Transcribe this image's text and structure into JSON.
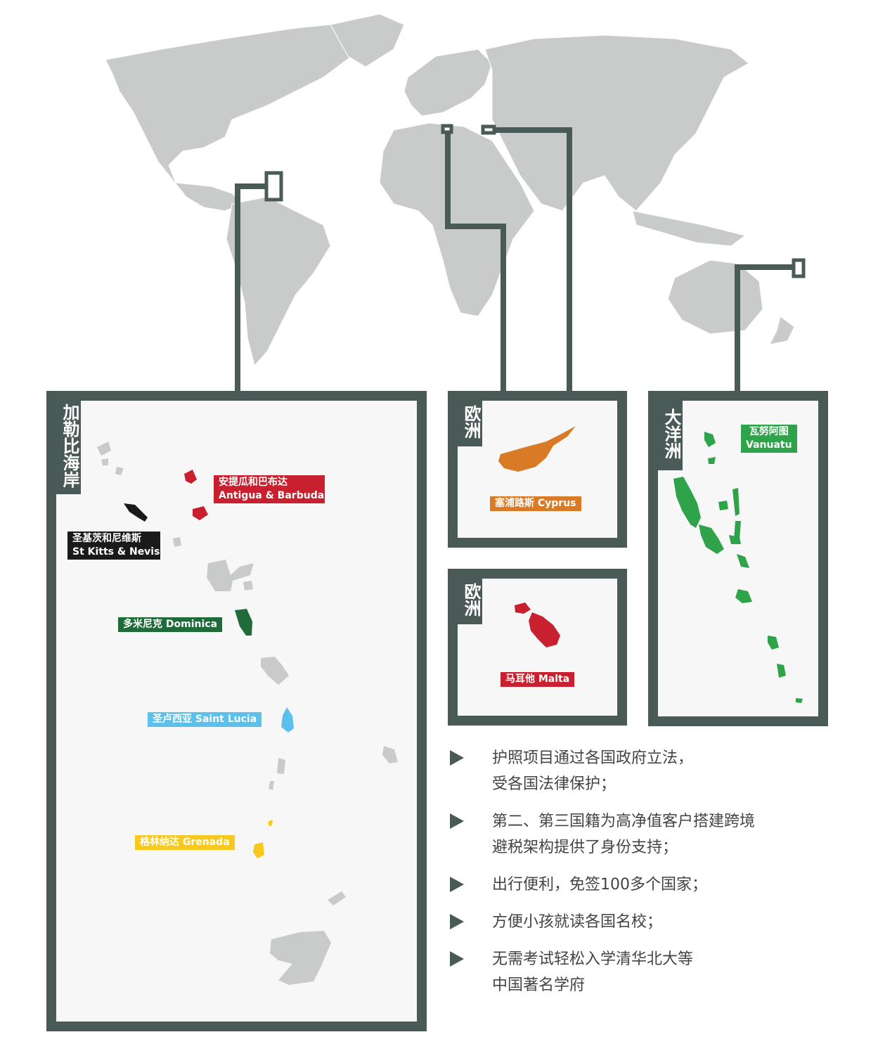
{
  "regions": {
    "caribbean": "加勒比海岸",
    "europe_top": "欧洲",
    "europe_bottom": "欧洲",
    "oceania": "大洋洲"
  },
  "countries": {
    "antigua": {
      "zh": "安提瓜和巴布达",
      "en": "Antigua & Barbuda",
      "color": "#c8202e"
    },
    "stkitts": {
      "zh": "圣基茨和尼维斯",
      "en": "St Kitts & Nevis",
      "color": "#1a1a1a"
    },
    "dominica": {
      "text": "多米尼克 Dominica",
      "color": "#1f6b3a"
    },
    "stlucia": {
      "text": "圣卢西亚 Saint Lucia",
      "color": "#5bc0eb"
    },
    "grenada": {
      "text": "格林纳达 Grenada",
      "color": "#f7c81e"
    },
    "cyprus": {
      "text": "塞浦路斯 Cyprus",
      "color": "#d97a26"
    },
    "malta": {
      "text": "马耳他 Malta",
      "color": "#c8202e"
    },
    "vanuatu": {
      "zh": "瓦努阿图",
      "en": "Vanuatu",
      "color": "#2ea34a"
    }
  },
  "bullets": [
    {
      "line1": "护照项目通过各国政府立法，",
      "line2": "受各国法律保护；"
    },
    {
      "line1": "第二、第三国籍为高净值客户搭建跨境",
      "line2": "避税架构提供了身份支持；"
    },
    {
      "line1": "出行便利，免签100多个国家；",
      "line2": ""
    },
    {
      "line1": "方便小孩就读各国名校；",
      "line2": ""
    },
    {
      "line1": "无需考试轻松入学清华北大等",
      "line2": "中国著名学府"
    }
  ],
  "colors": {
    "frame": "#4a5a56",
    "land": "#c9cbcb",
    "panel": "#f6f7f6"
  }
}
